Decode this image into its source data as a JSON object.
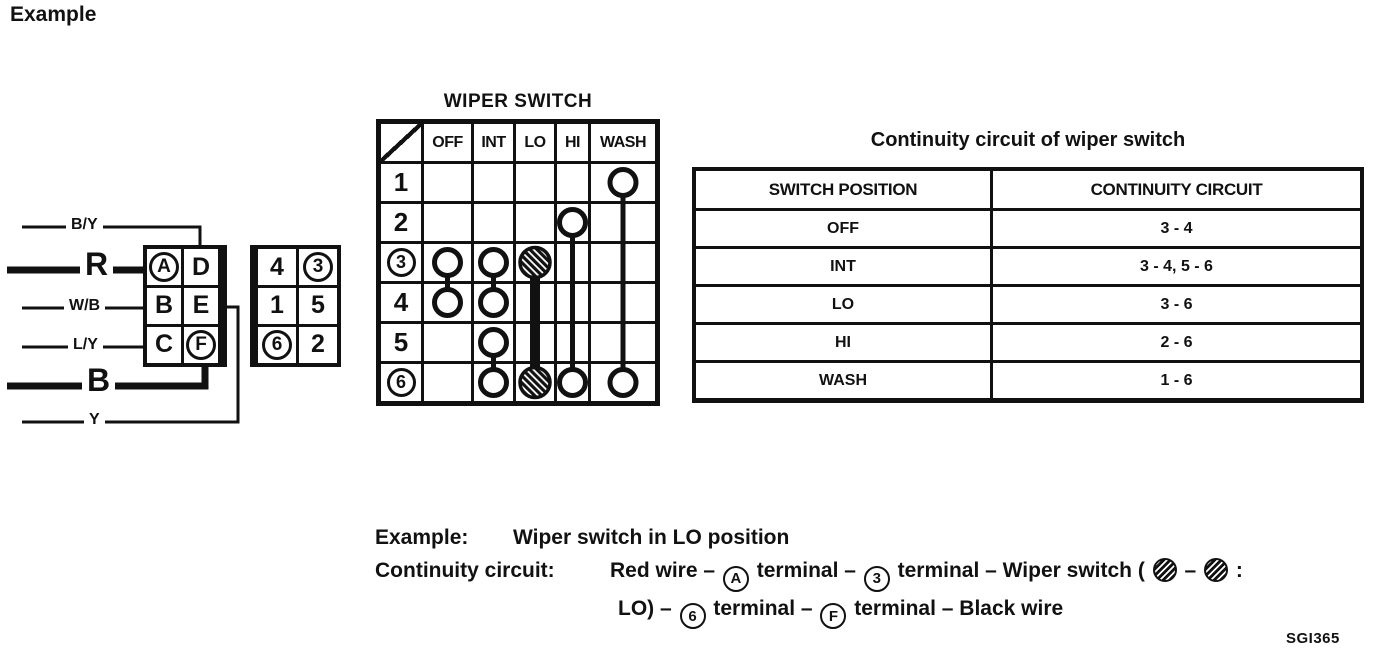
{
  "page": {
    "heading": "Example",
    "figure_code": "SGI365"
  },
  "colors": {
    "ink": "#111111",
    "paper": "#ffffff"
  },
  "wiring_diagram": {
    "wires": [
      {
        "label": "B/Y",
        "thick": false,
        "terminal": "D"
      },
      {
        "label": "R",
        "thick": true,
        "terminal": "A"
      },
      {
        "label": "W/B",
        "thick": false,
        "terminal": "B"
      },
      {
        "label": "L/Y",
        "thick": false,
        "terminal": "C"
      },
      {
        "label": "B",
        "thick": true,
        "terminal": "F"
      },
      {
        "label": "Y",
        "thick": false,
        "terminal": "E"
      }
    ],
    "letter_connector": {
      "rows": [
        [
          "A",
          "D"
        ],
        [
          "B",
          "E"
        ],
        [
          "C",
          "F"
        ]
      ],
      "circled": [
        "A",
        "F"
      ]
    },
    "number_connector": {
      "rows": [
        [
          "4",
          "3"
        ],
        [
          "1",
          "5"
        ],
        [
          "6",
          "2"
        ]
      ],
      "circled": [
        "3",
        "6"
      ]
    }
  },
  "wiper_switch": {
    "title": "WIPER SWITCH",
    "columns": [
      "OFF",
      "INT",
      "LO",
      "HI",
      "WASH"
    ],
    "row_labels": [
      {
        "label": "1",
        "circled": false
      },
      {
        "label": "2",
        "circled": false
      },
      {
        "label": "3",
        "circled": true
      },
      {
        "label": "4",
        "circled": false
      },
      {
        "label": "5",
        "circled": false
      },
      {
        "label": "6",
        "circled": true
      }
    ],
    "contacts": [
      {
        "column": "WASH",
        "from": "1",
        "to": "6",
        "style": "open"
      },
      {
        "column": "HI",
        "from": "2",
        "to": "6",
        "style": "open"
      },
      {
        "column": "OFF",
        "from": "3",
        "to": "4",
        "style": "open"
      },
      {
        "column": "INT",
        "from": "3",
        "to": "4",
        "style": "open"
      },
      {
        "column": "INT",
        "from": "5",
        "to": "6",
        "style": "open"
      },
      {
        "column": "LO",
        "from": "3",
        "to": "6",
        "style": "active-hatched"
      }
    ]
  },
  "continuity_table": {
    "title": "Continuity circuit of wiper switch",
    "headers": [
      "SWITCH POSITION",
      "CONTINUITY CIRCUIT"
    ],
    "rows": [
      [
        "OFF",
        "3 - 4"
      ],
      [
        "INT",
        "3 - 4, 5 - 6"
      ],
      [
        "LO",
        "3 - 6"
      ],
      [
        "HI",
        "2 - 6"
      ],
      [
        "WASH",
        "1 - 6"
      ]
    ]
  },
  "note": {
    "line1_label": "Example:",
    "line1_text": "Wiper switch in LO position",
    "line2_label": "Continuity circuit:",
    "path_line1": [
      {
        "type": "text",
        "text": "Red wire – "
      },
      {
        "type": "circled",
        "text": "A"
      },
      {
        "type": "text",
        "text": " terminal – "
      },
      {
        "type": "circled",
        "text": "3"
      },
      {
        "type": "text",
        "text": " terminal – Wiper switch ( "
      },
      {
        "type": "hatch"
      },
      {
        "type": "text",
        "text": " – "
      },
      {
        "type": "hatch"
      },
      {
        "type": "text",
        "text": " :"
      }
    ],
    "path_line2": [
      {
        "type": "text",
        "text": "LO) – "
      },
      {
        "type": "circled",
        "text": "6"
      },
      {
        "type": "text",
        "text": " terminal – "
      },
      {
        "type": "circled",
        "text": "F"
      },
      {
        "type": "text",
        "text": " terminal – Black wire"
      }
    ]
  }
}
